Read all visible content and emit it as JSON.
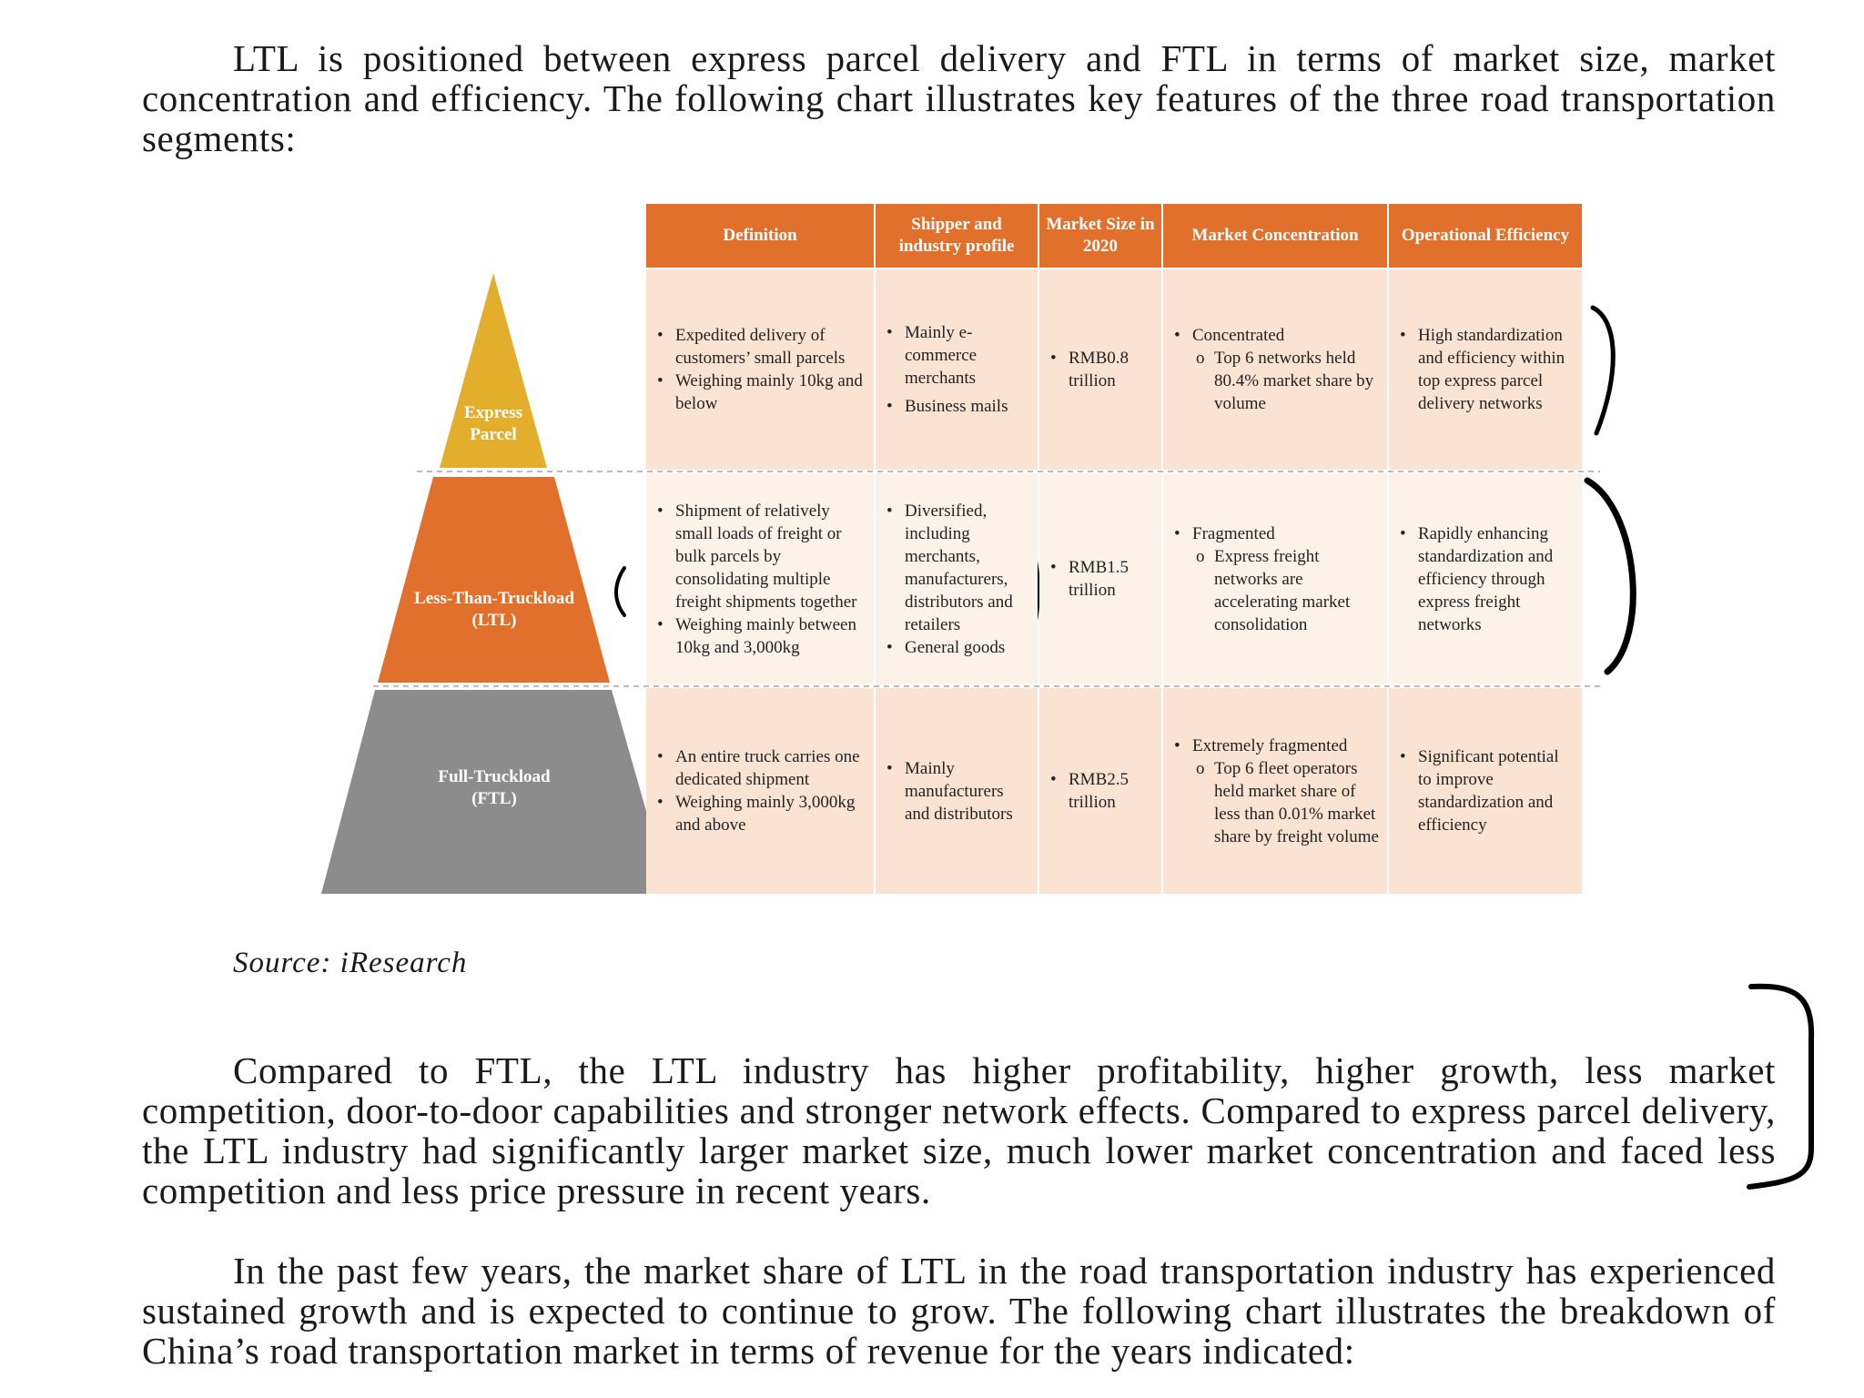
{
  "paragraphs": {
    "p1": "LTL is positioned between express parcel delivery and FTL in terms of market size, market concentration and efficiency. The following chart illustrates key features of the three road transportation segments:",
    "p2": "Compared to FTL, the LTL industry has higher profitability, higher growth, less market competition, door-to-door capabilities and stronger network effects. Compared to express parcel delivery, the LTL industry had significantly larger market size, much lower market concentration and faced less competition and less price pressure in recent years.",
    "p3": "In the past few years, the market share of LTL in the road transportation industry has experienced sustained growth and is expected to continue to grow. The following chart illustrates the breakdown of China’s road transportation market in terms of revenue for the years indicated:"
  },
  "source": "Source: iResearch",
  "figure": {
    "headers": [
      "Definition",
      "Shipper and industry profile",
      "Market Size in 2020",
      "Market Concentration",
      "Operational Efficiency"
    ],
    "pyramid": [
      {
        "line1": "Express",
        "line2": "Parcel",
        "color": "#e2ae2c"
      },
      {
        "line1": "Less-Than-Truckload",
        "line2": "(LTL)",
        "color": "#e0702c"
      },
      {
        "line1": "Full-Truckload",
        "line2": "(FTL)",
        "color": "#8c8c8c"
      }
    ],
    "rows": [
      {
        "definition": [
          "Expedited delivery of customers’ small parcels",
          "Weighing mainly 10kg and below"
        ],
        "profile": [
          "Mainly e-commerce merchants",
          "Business mails"
        ],
        "size": [
          "RMB0.8 trillion"
        ],
        "concentration": {
          "main": "Concentrated",
          "sub": "Top 6 networks held 80.4% market share by volume"
        },
        "efficiency": [
          "High standardization and efficiency within top express parcel delivery networks"
        ]
      },
      {
        "definition": [
          "Shipment of relatively small loads of freight or bulk parcels by consolidating multiple freight shipments together",
          "Weighing mainly between 10kg and 3,000kg"
        ],
        "profile": [
          "Diversified, including merchants, manufacturers, distributors and retailers",
          "General goods"
        ],
        "size": [
          "RMB1.5 trillion"
        ],
        "concentration": {
          "main": "Fragmented",
          "sub": "Express freight networks are accelerating market consolidation"
        },
        "efficiency": [
          "Rapidly enhancing standardization and efficiency through express freight networks"
        ]
      },
      {
        "definition": [
          "An entire truck carries one dedicated shipment",
          "Weighing mainly 3,000kg and above"
        ],
        "profile": [
          "Mainly manufacturers and distributors"
        ],
        "size": [
          "RMB2.5 trillion"
        ],
        "concentration": {
          "main": "Extremely fragmented",
          "sub": "Top 6 fleet operators held market share of less than 0.01% market share by freight volume"
        },
        "efficiency": [
          "Significant potential to improve standardization and efficiency"
        ]
      }
    ]
  },
  "colors": {
    "header": "#e0702c",
    "row_light": "#fdf2e8",
    "row_tint": "#fbe3d3",
    "ink": "#000000"
  }
}
